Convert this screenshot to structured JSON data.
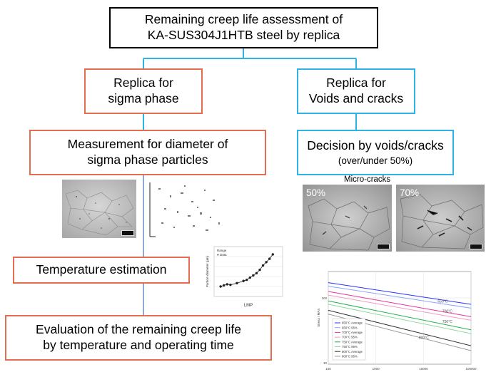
{
  "title_box": {
    "line1": "Remaining creep life assessment of",
    "line2": "KA-SUS304J1HTB steel by replica"
  },
  "replica_sigma": {
    "line1": "Replica for",
    "line2": "sigma phase"
  },
  "replica_voids": {
    "line1": "Replica for",
    "line2": "Voids and cracks"
  },
  "measurement": {
    "line1": "Measurement for diameter of",
    "line2": "sigma phase particles"
  },
  "decision": {
    "line1": "Decision by voids/cracks",
    "line2": "(over/under 50%)"
  },
  "micro_cracks": {
    "label": "Micro-cracks",
    "img1": "50%",
    "img2": "70%"
  },
  "temperature": {
    "label": "Temperature estimation"
  },
  "evaluation": {
    "line1": "Evaluation of the remaining creep life",
    "line2": "by temperature and operating time"
  },
  "colors": {
    "black": "#000000",
    "orange": "#e46c4f",
    "blue": "#2fb2e6"
  },
  "chart_data": [
    {
      "type": "scatter",
      "title": "",
      "xlabel": "LMP",
      "ylabel": "Particle diameter (µm)",
      "series": [
        {
          "name": "Range",
          "x": [],
          "y": []
        },
        {
          "name": "Data",
          "x": [
            18.7,
            18.8,
            18.9,
            19.0,
            19.2,
            19.4,
            19.5,
            19.6,
            19.7,
            19.8,
            19.9,
            20.0,
            20.1,
            20.2,
            20.3
          ],
          "y": [
            0.9,
            1.0,
            1.1,
            1.05,
            1.2,
            1.4,
            1.5,
            1.7,
            1.9,
            2.1,
            2.4,
            2.8,
            3.1,
            3.4,
            3.8
          ]
        }
      ],
      "grid": true
    },
    {
      "type": "line",
      "title": "",
      "xlabel": "",
      "ylabel": "Stress / MPa",
      "x_scale": "log",
      "y_scale": "log",
      "xlim": [
        100,
        100000
      ],
      "yticks": [
        "100",
        "10"
      ],
      "xticks": [
        "100",
        "1000",
        "10000",
        "100000"
      ],
      "legend_position": "bottom-left",
      "annotations": [
        "650°C",
        "700°C",
        "750°C",
        "800°C"
      ],
      "series": [
        {
          "name": "650°C Average",
          "color": "#2233ff",
          "x": [
            100,
            100000
          ],
          "y": [
            170,
            80
          ]
        },
        {
          "name": "650°C 95%",
          "color": "#8da3ff",
          "x": [
            100,
            100000
          ],
          "y": [
            150,
            70
          ]
        },
        {
          "name": "700°C Average",
          "color": "#e6339b",
          "x": [
            100,
            100000
          ],
          "y": [
            125,
            52
          ]
        },
        {
          "name": "700°C 95%",
          "color": "#f29bc2",
          "x": [
            100,
            100000
          ],
          "y": [
            110,
            46
          ]
        },
        {
          "name": "750°C Average",
          "color": "#1db34d",
          "x": [
            100,
            100000
          ],
          "y": [
            90,
            33
          ]
        },
        {
          "name": "750°C 95%",
          "color": "#8fd9a1",
          "x": [
            100,
            100000
          ],
          "y": [
            80,
            29
          ]
        },
        {
          "name": "800°C Average",
          "color": "#333333",
          "x": [
            100,
            100000
          ],
          "y": [
            65,
            19
          ]
        },
        {
          "name": "800°C 95%",
          "color": "#999999",
          "x": [
            100,
            100000
          ],
          "y": [
            57,
            16
          ]
        }
      ]
    }
  ]
}
